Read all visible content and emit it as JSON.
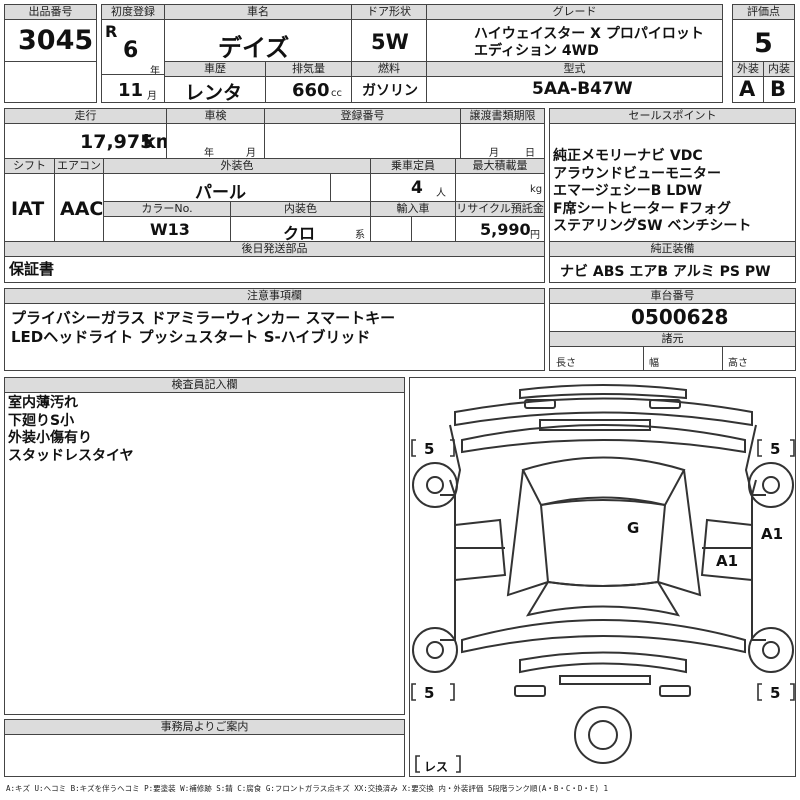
{
  "headers": {
    "lot_no": "出品番号",
    "first_reg": "初度登録",
    "car_name": "車名",
    "door": "ドア形状",
    "grade": "グレード",
    "score": "評価点",
    "history": "車歴",
    "displacement": "排気量",
    "fuel": "燃料",
    "model": "型式",
    "exterior": "外装",
    "interior": "内装",
    "mileage": "走行",
    "inspection": "車検",
    "reg_no": "登録番号",
    "transfer_doc": "譲渡書類期限",
    "sales_points": "セールスポイント",
    "shift": "シフト",
    "aircon": "エアコン",
    "exterior_color": "外装色",
    "capacity": "乗車定員",
    "max_load": "最大積載量",
    "color_no": "カラーNo.",
    "interior_color": "内装色",
    "import": "輸入車",
    "recycle": "リサイクル預託金",
    "later_parts": "後日発送部品",
    "genuine_equipment": "純正装備",
    "notes": "注意事項欄",
    "chassis_no": "車台番号",
    "specs": "諸元",
    "inspector": "検査員記入欄",
    "office_notice": "事務局よりご案内"
  },
  "lot_number": "3045",
  "era_mark": "R",
  "year": "6",
  "year_unit": "年",
  "month": "11",
  "month_unit": "月",
  "car_name": "デイズ",
  "door_type": "5W",
  "grade_line1": "ハイウェイスター X プロパイロット",
  "grade_line2": "エディション 4WD",
  "score": "5",
  "history_value": "レンタ",
  "displacement_value": "660",
  "displacement_unit": "cc",
  "fuel_value": "ガソリン",
  "model_code": "5AA-B47W",
  "exterior_grade": "A",
  "interior_grade": "B",
  "mileage_value": "17,975",
  "mileage_unit": "km",
  "inspection_year_unit": "年",
  "inspection_month_unit": "月",
  "transfer_month_unit": "月",
  "transfer_day_unit": "日",
  "shift_value": "IAT",
  "aircon_value": "AAC",
  "exterior_color_value": "パール",
  "capacity_value": "4",
  "capacity_unit": "人",
  "max_load_unit": "kg",
  "color_no_value": "W13",
  "interior_color_value": "クロ",
  "interior_color_suffix": "系",
  "recycle_value": "5,990",
  "recycle_unit": "円",
  "later_parts_value": "保証書",
  "sales_points_lines": [
    "純正メモリーナビ VDC",
    "アラウンドビューモニター",
    "エマージェシーB LDW",
    "F席シートヒーター Fフォグ",
    "ステアリングSW ベンチシート"
  ],
  "genuine_equipment_value": "ナビ ABS エアB アルミ PS PW",
  "notes_lines": [
    "プライバシーガラス ドアミラーウィンカー スマートキー",
    "LEDヘッドライト プッシュスタート S-ハイブリッド"
  ],
  "chassis_number": "0500628",
  "spec_labels": {
    "length": "長さ",
    "width": "幅",
    "height": "高さ"
  },
  "inspector_lines": [
    "室内薄汚れ",
    "下廻りS小",
    "外装小傷有り",
    "スタッドレスタイヤ"
  ],
  "diagram_marks": {
    "tl": "5",
    "tr": "5",
    "bl": "5",
    "br": "5",
    "roof": "G",
    "door": "A1",
    "side": "A1",
    "spare": "レス"
  },
  "legend": "A:キズ U:ヘコミ B:キズを伴うヘコミ P:要塗装 W:補修跡 S:錆 C:腐食 G:フロントガラス点キズ XX:交換済み X:要交換 内・外装評価 5段階ランク順(A・B・C・D・E) 1"
}
